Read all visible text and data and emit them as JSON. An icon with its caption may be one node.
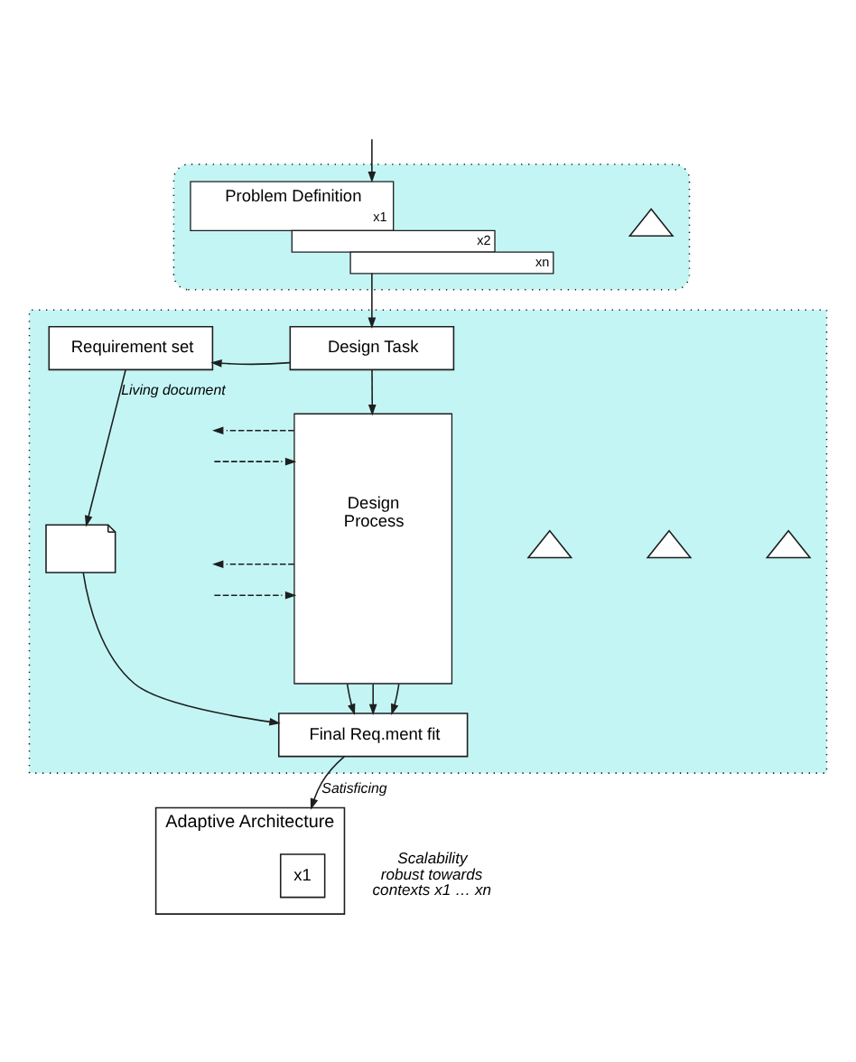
{
  "diagram": {
    "nodes": [
      {
        "text": [],
        "shape": "ellipse"
      },
      {
        "text": [
          "Problem Definition",
          "x1",
          "x2",
          "xn"
        ],
        "in": 0
      },
      {
        "text": [],
        "shape": "triangle",
        "in": 0
      },
      {
        "text": [],
        "shape": "box"
      },
      {
        "text": [
          "Requirement set"
        ],
        "in": 3
      },
      {
        "text": [
          "Design Task"
        ],
        "in": 3
      },
      {
        "text": [
          "Design Process"
        ],
        "in": 3
      },
      {
        "text": [],
        "shape": "triangle",
        "in": 3
      },
      {
        "text": [],
        "shape": "triangle",
        "in": 3
      },
      {
        "text": [],
        "shape": "triangle",
        "in": 3
      },
      {
        "text": [],
        "shape": "document",
        "in": 3
      },
      {
        "text": [
          "Final Req.ment fit"
        ],
        "in": 3
      },
      {
        "text": [
          "Adaptive Architecture"
        ],
        "beside": [
          "Scalability robust towards contexts x1 … xn"
        ]
      },
      {
        "text": [
          "x1"
        ],
        "in": 12
      }
    ],
    "edges": [
      {
        "from": null,
        "to": 1,
        "arrow": "to"
      },
      {
        "from": 1,
        "to": 5,
        "arrow": "to"
      },
      {
        "from": 5,
        "to": 4,
        "arrow": "to"
      },
      {
        "from": 5,
        "to": 6,
        "arrow": "to"
      },
      {
        "from": null,
        "to": 6,
        "arrow": "to",
        "style": "dashed"
      },
      {
        "from": null,
        "to": 6,
        "arrow": "to",
        "style": "dashed"
      },
      {
        "from": 6,
        "to": null,
        "arrow": "to",
        "style": "dashed"
      },
      {
        "from": 6,
        "to": null,
        "arrow": "to",
        "style": "dashed"
      },
      {
        "from": 4,
        "to": 10,
        "arrow": "to",
        "label": "Living document"
      },
      {
        "from": 6,
        "to": 11,
        "arrow": "to"
      },
      {
        "from": 6,
        "to": 11,
        "arrow": "to"
      },
      {
        "from": 6,
        "to": 11,
        "arrow": "to"
      },
      {
        "from": 10,
        "to": 11,
        "arrow": "to"
      },
      {
        "from": 11,
        "to": 12,
        "arrow": "to",
        "label": "Satisficing"
      }
    ]
  }
}
